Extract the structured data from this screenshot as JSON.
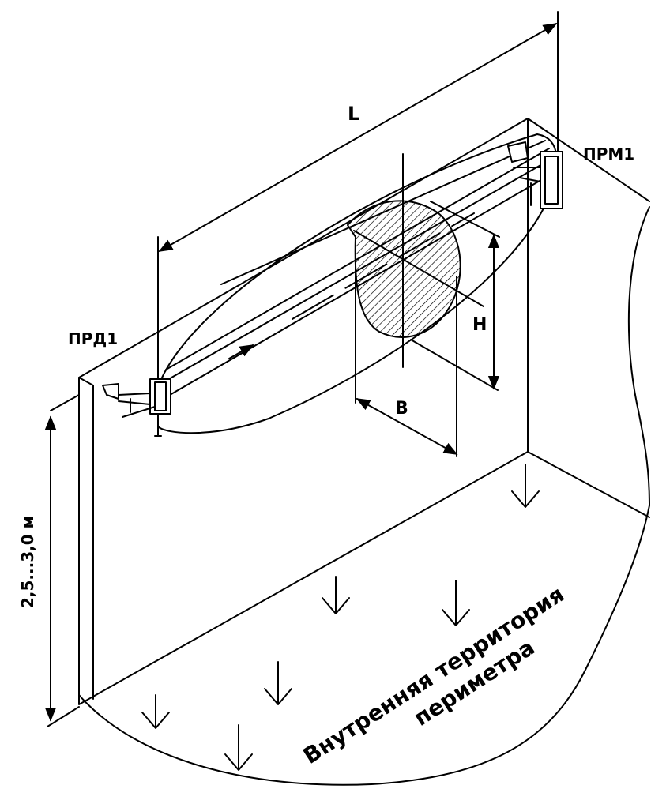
{
  "labels": {
    "length": "L",
    "receiver": "ПРМ1",
    "transmitter": "ПРД1",
    "height": "H",
    "width": "B",
    "mount_height": "2,5...3,0 м",
    "zone_line1": "Внутренняя территория",
    "zone_line2": "периметра"
  },
  "colors": {
    "ink": "#000000",
    "background": "#ffffff"
  }
}
